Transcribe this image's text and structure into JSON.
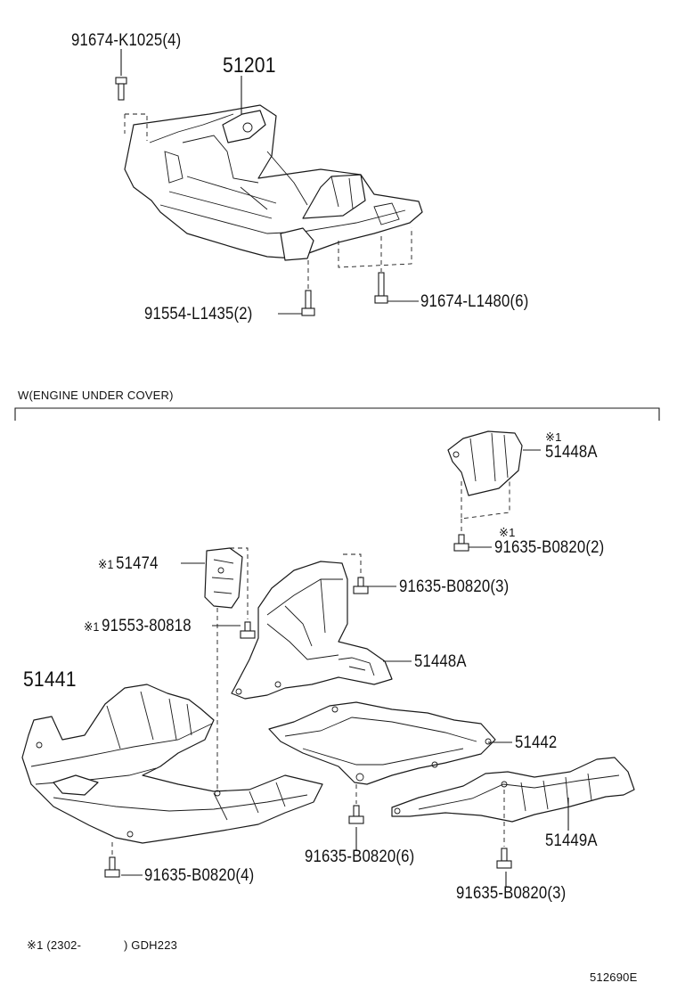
{
  "labels": {
    "p_91674_k1025": "91674-K1025(4)",
    "p_51201": "51201",
    "p_91554_l1435": "91554-L1435(2)",
    "p_91674_l1480": "91674-L1480(6)",
    "p_51448a_top": "51448A",
    "p_91635_b0820_2": "91635-B0820(2)",
    "p_51474": "51474",
    "p_91635_b0820_3a": "91635-B0820(3)",
    "p_91553_80818": "91553-80818",
    "p_51448a_mid": "51448A",
    "p_51441": "51441",
    "p_51442": "51442",
    "p_51449a": "51449A",
    "p_91635_b0820_4": "91635-B0820(4)",
    "p_91635_b0820_6": "91635-B0820(6)",
    "p_91635_b0820_3b": "91635-B0820(3)"
  },
  "marks": {
    "note1": "※1"
  },
  "section_title": "W(ENGINE UNDER COVER)",
  "footnote": {
    "mark": "※1",
    "range": "(2302-",
    "close": ")",
    "model": "GDH223"
  },
  "diagram_id": "512690E"
}
